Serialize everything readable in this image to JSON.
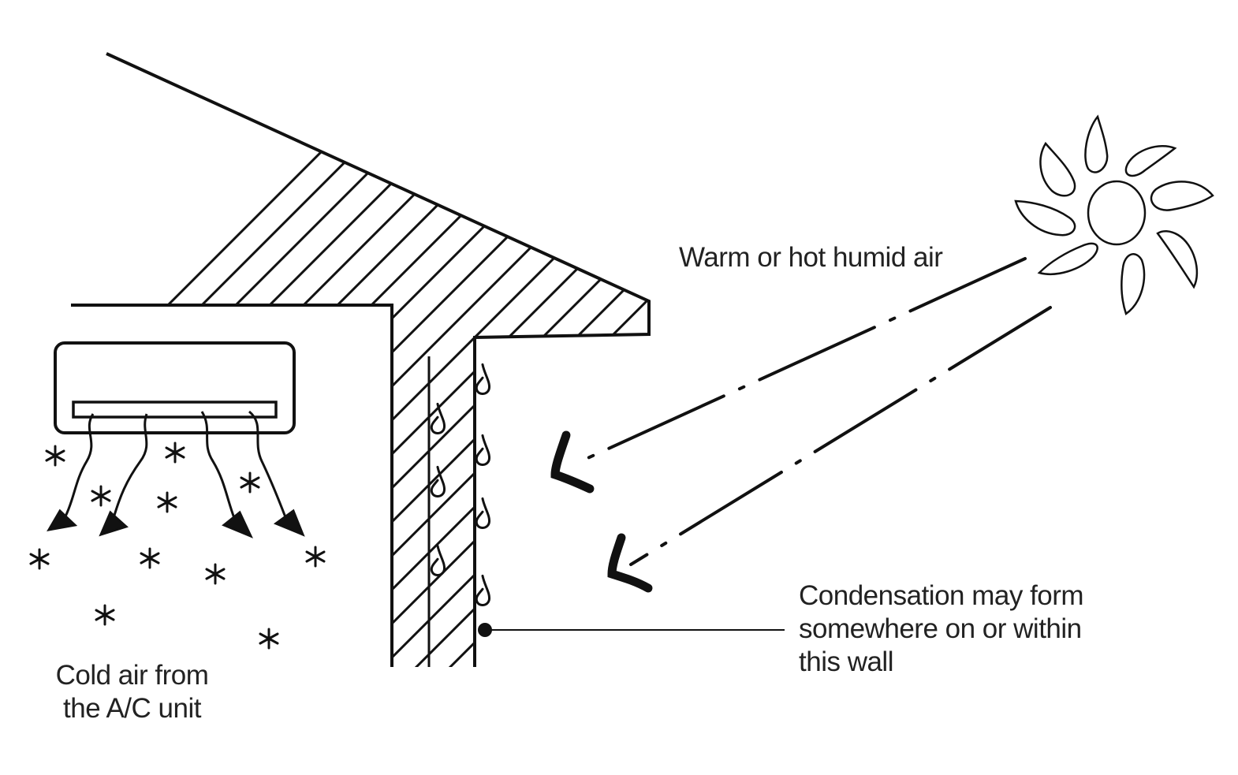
{
  "labels": {
    "warm_air": "Warm or hot humid air",
    "condensation": [
      "Condensation may form",
      "somewhere on or within",
      "this wall"
    ],
    "cold_air": [
      "Cold air from",
      "the A/C unit"
    ]
  },
  "icons": [
    "sun-icon",
    "ac-unit-icon",
    "snowflake-icon",
    "airflow-arrow-icon",
    "humid-air-arrow-icon",
    "water-droplet-icon"
  ],
  "colors": {
    "ink": "#111111",
    "text": "#222222",
    "background": "#ffffff"
  }
}
